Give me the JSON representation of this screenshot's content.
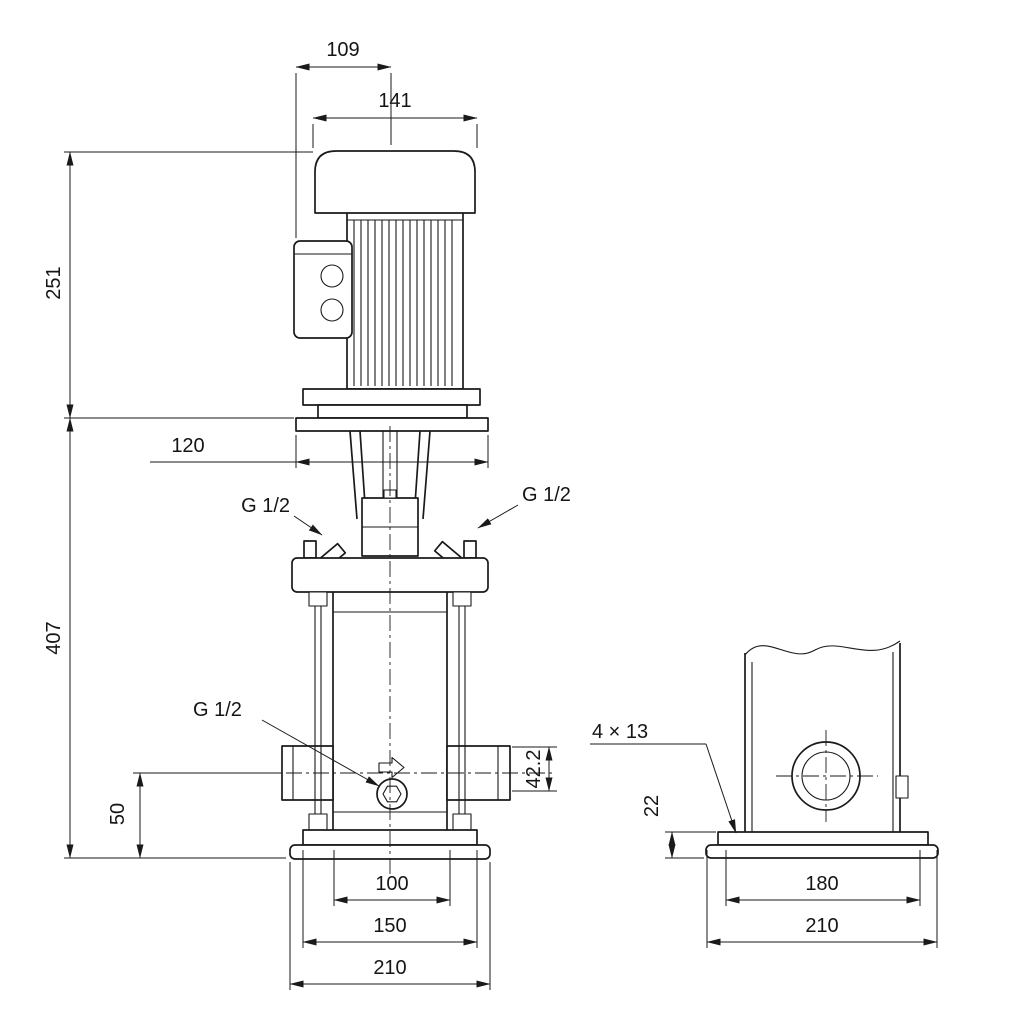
{
  "drawing": {
    "background": "#ffffff",
    "line_color": "#1a1a1a"
  },
  "front_view": {
    "labels": {
      "cap_width": "109",
      "motor_width": "141",
      "motor_height": "251",
      "flange_width": "120",
      "pump_height": "407",
      "vent_plug_left": "G 1/2",
      "vent_plug_right": "G 1/2",
      "drain_plug": "G 1/2",
      "port_center_height": "50",
      "port_size": "42.2",
      "inner_base_width": "100",
      "base_plate_width": "150",
      "base_width": "210"
    }
  },
  "side_view": {
    "labels": {
      "bolt_holes": "4 × 13",
      "base_height": "22",
      "bolt_spacing": "180",
      "base_width": "210"
    }
  }
}
